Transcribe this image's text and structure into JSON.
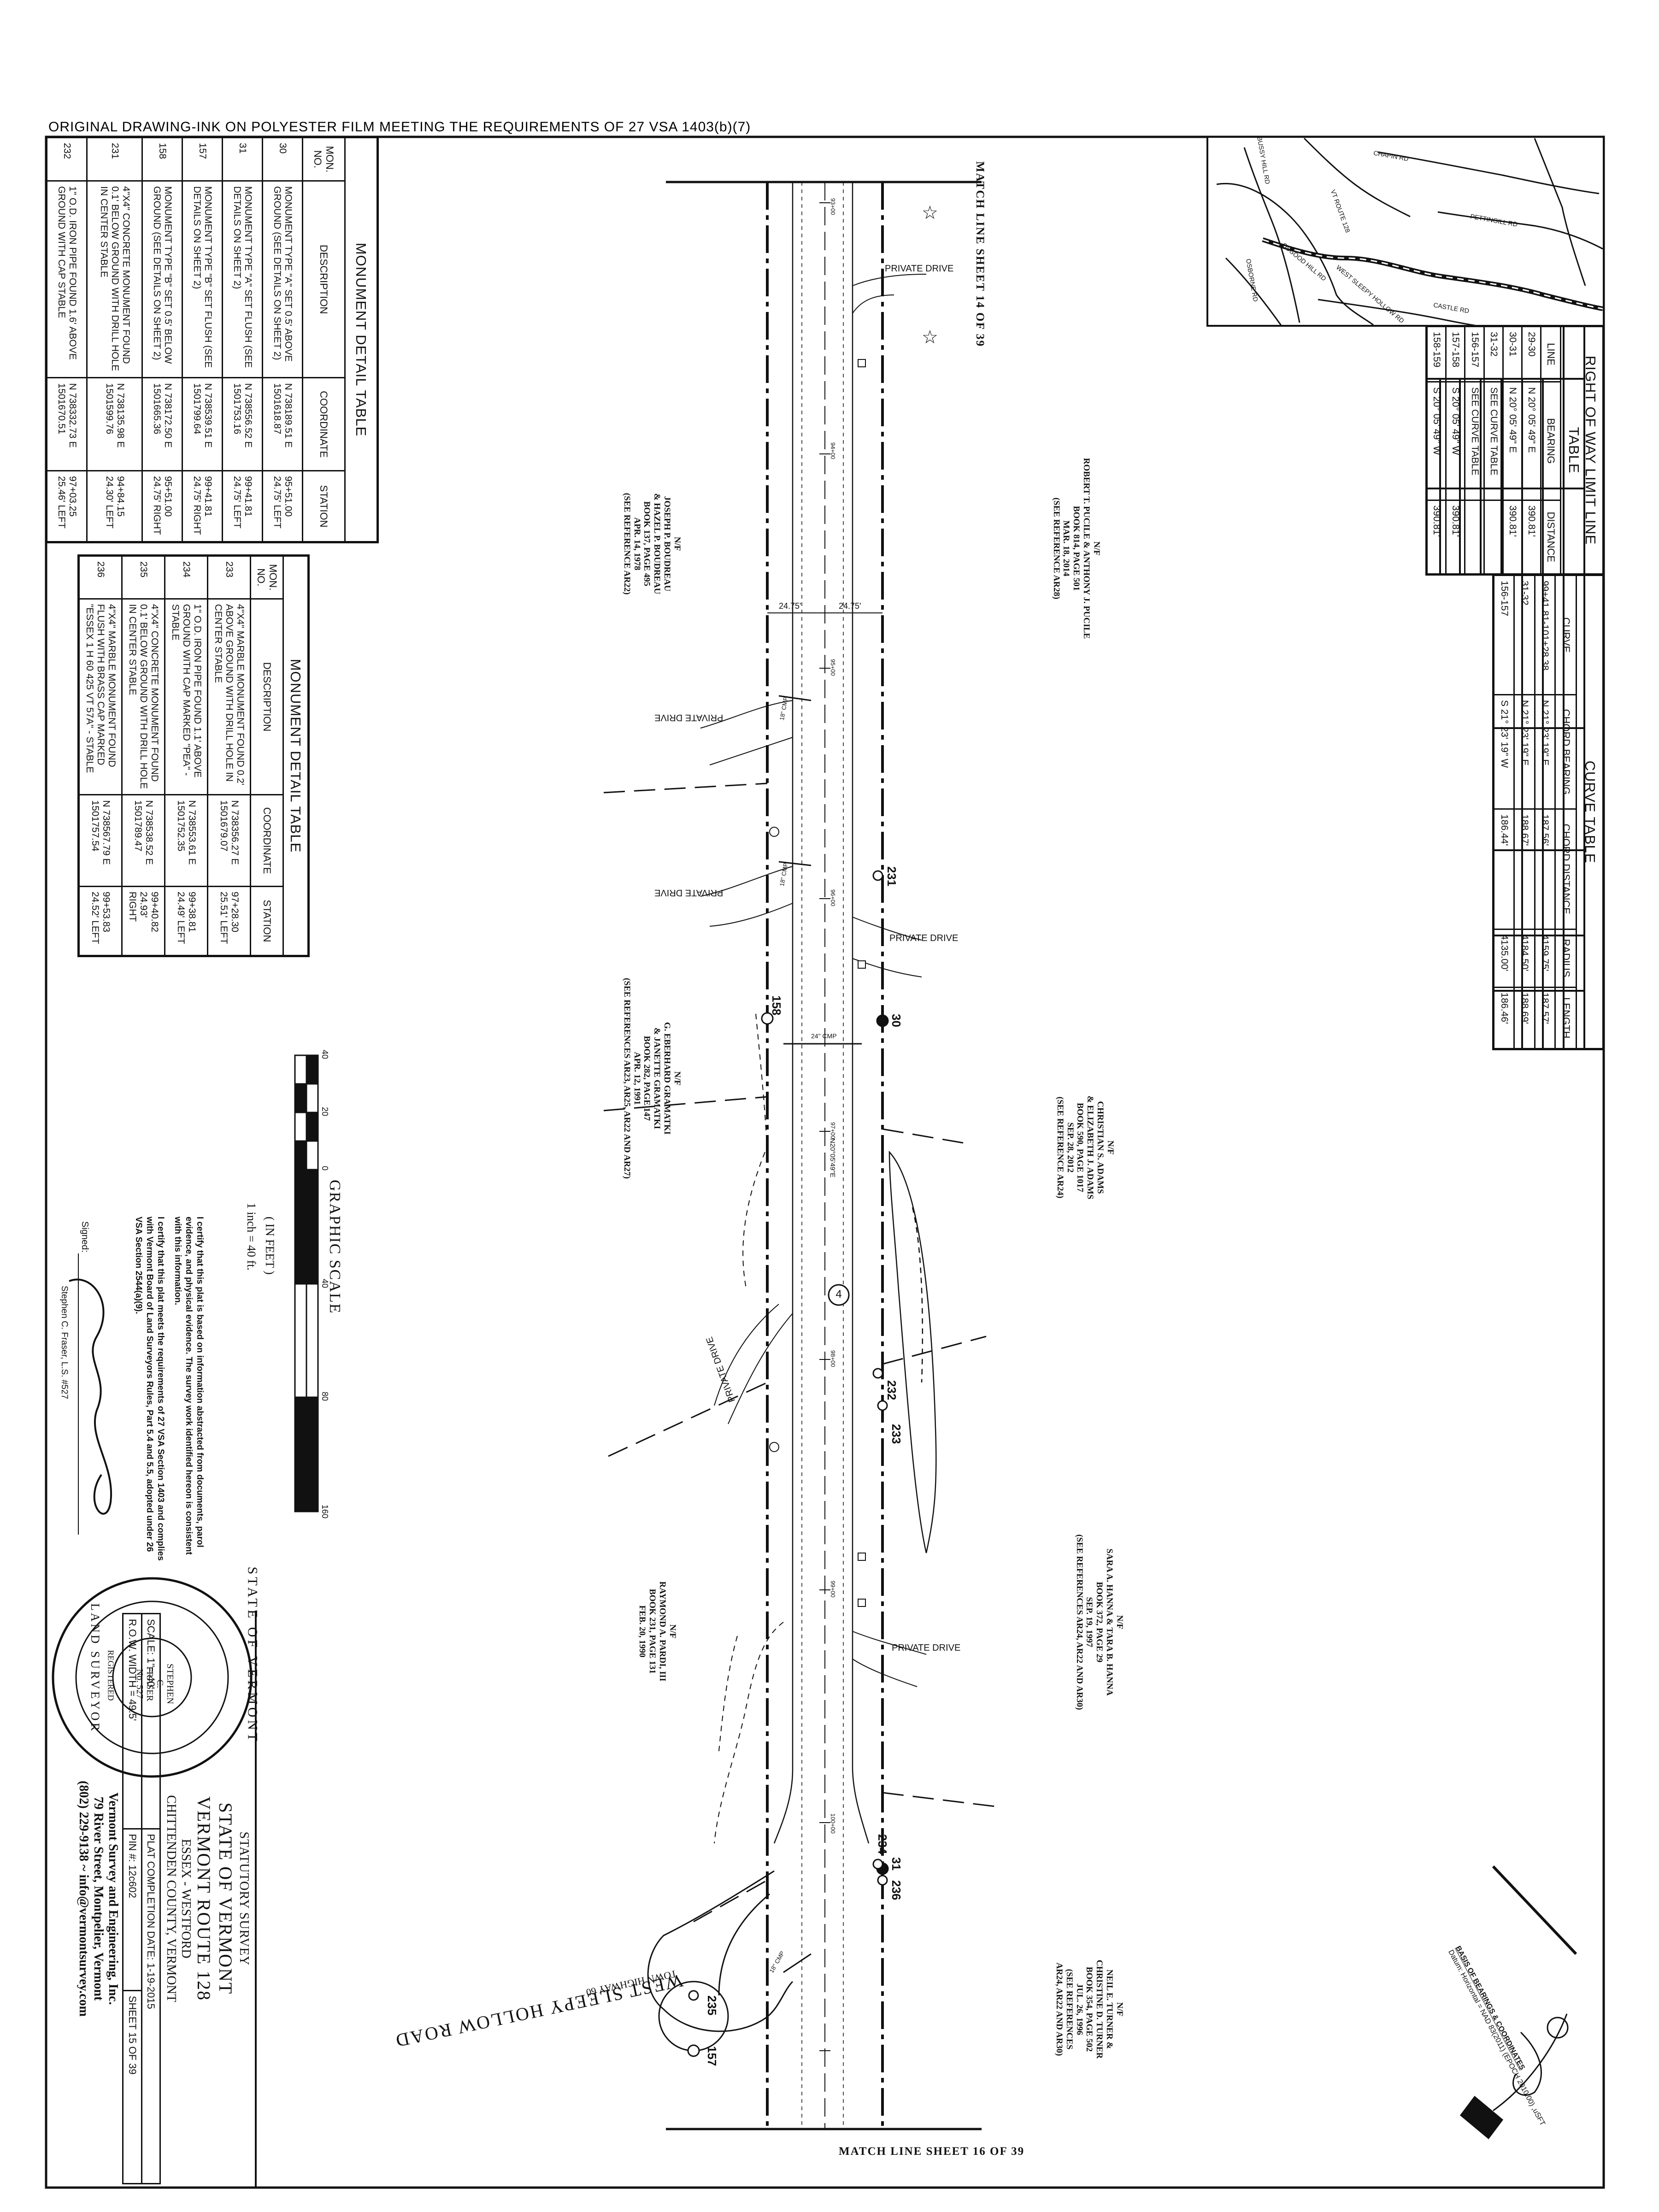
{
  "header_note": "ORIGINAL DRAWING-INK ON POLYESTER FILM MEETING THE REQUIREMENTS OF 27 VSA 1403(b)(7)",
  "match_lines": {
    "top": "MATCH LINE SHEET 14 OF 39",
    "bottom": "MATCH LINE SHEET 16 OF 39"
  },
  "location_map": {
    "labels": [
      "BUSSY HILL RD",
      "CHAPIN RD",
      "VT ROUTE 128",
      "PETTINGILL RD",
      "OSGOOD HILL RD",
      "WEST SLEEPY HOLLOW RD",
      "OSBORNE RD",
      "CASTLE RD"
    ]
  },
  "row_limit_table": {
    "title": "RIGHT OF WAY LIMIT LINE TABLE",
    "headers": [
      "LINE",
      "BEARING",
      "DISTANCE"
    ],
    "rows": [
      [
        "29-30",
        "N 20° 05' 49\" E",
        "390.81'"
      ],
      [
        "30-31",
        "N 20° 05' 49\" E",
        "390.81'"
      ],
      [
        "31-32",
        "SEE CURVE TABLE",
        ""
      ],
      [
        "156-157",
        "SEE CURVE TABLE",
        ""
      ],
      [
        "157-158",
        "S 20° 05' 49\" W",
        "390.81'"
      ],
      [
        "158-159",
        "S 20° 05' 49\" W",
        "390.81'"
      ]
    ]
  },
  "curve_table": {
    "title": "CURVE TABLE",
    "headers": [
      "CURVE",
      "CHORD BEARING",
      "CHORD DISTANCE",
      "RADIUS",
      "LENGTH"
    ],
    "rows": [
      [
        "99+41.81-101+28.38",
        "N 21° 23' 19\" E",
        "187.56'",
        "4159.75'",
        "187.57'"
      ],
      [
        "31-32",
        "N 21° 23' 19\" E",
        "188.67'",
        "4184.50'",
        "188.69'"
      ],
      [
        "156-157",
        "S 21° 23' 19\" W",
        "186.44'",
        "4135.00'",
        "186.46'"
      ]
    ]
  },
  "monument_table_1": {
    "title": "MONUMENT DETAIL TABLE",
    "headers": [
      "MON. NO.",
      "DESCRIPTION",
      "COORDINATE",
      "STATION"
    ],
    "rows": [
      [
        "30",
        "MONUMENT TYPE \"A\" SET 0.5' ABOVE GROUND (SEE DETAILS ON SHEET 2)",
        "N 738189.51 E 1501618.87",
        "95+51.00 24.75' LEFT"
      ],
      [
        "31",
        "MONUMENT TYPE \"A\" SET FLUSH (SEE DETAILS ON SHEET 2)",
        "N 738556.52 E 1501753.16",
        "99+41.81 24.75' LEFT"
      ],
      [
        "157",
        "MONUMENT TYPE \"B\" SET FLUSH (SEE DETAILS ON SHEET 2)",
        "N 738539.51 E 1501799.64",
        "99+41.81 24.75' RIGHT"
      ],
      [
        "158",
        "MONUMENT TYPE \"B\" SET 0.5' BELOW GROUND (SEE DETAILS ON SHEET 2)",
        "N 738172.50 E 1501665.36",
        "95+51.00 24.75' RIGHT"
      ],
      [
        "231",
        "4\"X4\" CONCRETE MONUMENT FOUND 0.1' BELOW GROUND WITH DRILL HOLE IN CENTER STABLE",
        "N 738135.98 E 1501599.76",
        "94+84.15 24.30' LEFT"
      ],
      [
        "232",
        "1\" O.D. IRON PIPE FOUND 1.6' ABOVE GROUND WITH CAP STABLE",
        "N 738332.73 E 1501670.51",
        "97+03.25 25.46' LEFT"
      ]
    ]
  },
  "monument_table_2": {
    "title": "MONUMENT DETAIL TABLE",
    "headers": [
      "MON. NO.",
      "DESCRIPTION",
      "COORDINATE",
      "STATION"
    ],
    "rows": [
      [
        "233",
        "4\"X4\" MARBLE MONUMENT FOUND 0.2' ABOVE GROUND WITH DRILL HOLE IN CENTER STABLE",
        "N 738356.27 E 1501679.07",
        "97+28.30 25.51' LEFT"
      ],
      [
        "234",
        "1\" O.D. IRON PIPE FOUND 1.1' ABOVE GROUND WITH CAP MARKED \"PEA\" - STABLE",
        "N 738553.61 E 1501752.35",
        "99+38.81 24.49' LEFT"
      ],
      [
        "235",
        "4\"X4\" CONCRETE MONUMENT FOUND 0.1' BELOW GROUND WITH DRILL HOLE IN CENTER STABLE",
        "N 738538.52 E 1501789.47",
        "99+40.82 24.93' RIGHT"
      ],
      [
        "236",
        "4\"X4\" MARBLE MONUMENT FOUND FLUSH WITH BRASS CAP MARKED \"ESSEX 1 H 60 425 VT 57A\" - STABLE",
        "N 738567.79 E 1501757.54",
        "99+53.83 24.52' LEFT"
      ]
    ]
  },
  "graphic_scale": {
    "title": "GRAPHIC SCALE",
    "unit": "( IN FEET )",
    "ratio": "1 inch = 40 ft.",
    "ticks": [
      "40",
      "20",
      "0",
      "40",
      "80",
      "160"
    ]
  },
  "certification": {
    "para1": "I certify that this plat is based on information abstracted from documents, parol evidence, and physical evidence. The survey work identified hereon is consistent with this information.",
    "para2": "I certify that this plat meets the requirements of 27 VSA Section 1403 and complies with Vermont Board of Land Surveyors Rules, Part 5.4 and 5.5, adopted under 26 VSA Section 2544(a)(9).",
    "signed_label": "Signed:",
    "surveyor": "Stephen C. Fraser, L.S. #527"
  },
  "seal": {
    "outer_top": "STATE OF VERMONT",
    "outer_bottom": "LAND SURVEYOR",
    "registered": "REGISTERED",
    "name_lines": [
      "STEPHEN",
      "C.",
      "FRASER",
      "No. 527"
    ]
  },
  "title_block": {
    "type": "STATUTORY SURVEY",
    "state": "STATE OF VERMONT",
    "route": "VERMONT ROUTE 128",
    "towns": "ESSEX - WESTFORD",
    "county": "CHITTENDEN COUNTY, VERMONT",
    "scale": "SCALE: 1\"= 40'",
    "completion": "PLAT COMPLETION DATE: 1-19-2015",
    "row_width": "R.O.W. WIDTH = 49.5'",
    "pin": "PIN #: 12c602",
    "sheet": "SHEET 15 OF 39",
    "company": "Vermont Survey and Engineering, Inc.",
    "address": "79 River Street, Montpelier, Vermont",
    "contact": "(802) 229-9138 ~ info@vermontsurvey.com"
  },
  "basis_of_bearings": {
    "title": "BASIS OF BEARINGS & COORDINATES",
    "line2": "Datum: Horizontal = NAD 83(2011) (EPOCH 2010.00) ,uSFT"
  },
  "road": {
    "name": "WEST SLEEPY HOLLOW ROAD",
    "sub": "TOWN HIGHWAY 60"
  },
  "centerline_bearing": "N20°05'49\"E",
  "private_drive": "PRIVATE DRIVE",
  "dims": [
    "24.75'",
    "24.75'"
  ],
  "culverts": [
    "18\" CMP",
    "18\" CMP",
    "24\" CMP",
    "18\" CMP"
  ],
  "stations": [
    "93+00",
    "94+00",
    "95+00",
    "96+00",
    "97+00",
    "98+00",
    "99+00",
    "100+00"
  ],
  "route_marker": "4",
  "owners": {
    "pucile": [
      "N/F",
      "ROBERT T. PUCILE & ANTHONY J. PUCILE",
      "BOOK 814, PAGE 501",
      "MAR. 18, 2014",
      "(SEE REFERENCE AR28)"
    ],
    "boudreau": [
      "N/F",
      "JOSEPH P. BOUDREAU",
      "& HAZEL P. BOUDREAU",
      "BOOK 137, PAGE 495",
      "APR. 14, 1978",
      "(SEE REFERENCE AR22)"
    ],
    "adams": [
      "N/F",
      "CHRISTIAN S. ADAMS",
      "& ELIZABETH J. ADAMS",
      "BOOK 590, PAGE 1017",
      "SEP. 28, 2012",
      "(SEE REFERENCE AR24)"
    ],
    "gramatki": [
      "N/F",
      "G. EBERHARD GRAMATKI",
      "& JANETTE GRAMATKI",
      "BOOK 282, PAGE 147",
      "APR. 12, 1991",
      "(SEE REFERENCES AR23, AR25, AR22 AND AR27)"
    ],
    "hanna": [
      "N/F",
      "SARA A. HANNA & TARA B. HANNA",
      "BOOK 372, PAGE 29",
      "SEP. 19, 1997",
      "(SEE REFERENCES AR24, AR22 AND AR30)"
    ],
    "pardi": [
      "N/F",
      "RAYMOND A. PARDI, III",
      "BOOK 231, PAGE 131",
      "FEB. 20, 1990"
    ],
    "turner": [
      "N/F",
      "NEIL E. TURNER &",
      "CHRISTINE D. TURNER",
      "BOOK 354, PAGE 502",
      "JUL. 26, 1996",
      "(SEE REFERENCES",
      "AR24, AR22 AND AR30)"
    ]
  },
  "monument_labels": {
    "m30": "30",
    "m31": "31",
    "m157": "157",
    "m158": "158",
    "m231": "231",
    "m232": "232",
    "m233": "233",
    "m234": "234",
    "m235": "235",
    "m236": "236"
  }
}
